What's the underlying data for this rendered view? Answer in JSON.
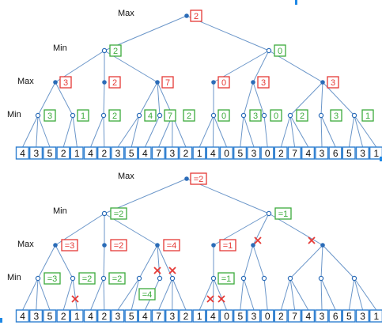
{
  "colors": {
    "edge": "#6b96c9",
    "max_value": "#e53935",
    "min_value": "#3cab3c",
    "leaf_border": "#2f7fd0",
    "prune_mark": "#e53935"
  },
  "top_tree": {
    "labels": {
      "root": "Max",
      "level1": "Min",
      "level2": "Max",
      "level3": "Min"
    },
    "root_value": "2",
    "min_values": [
      "2",
      "0"
    ],
    "max_values": [
      "3",
      "2",
      "7",
      "0",
      "3",
      "3"
    ],
    "min3_values": [
      "3",
      "1",
      "2",
      "4",
      "7",
      "2",
      "0",
      "3",
      "0",
      "2",
      "3",
      "1"
    ],
    "leaves": [
      "4",
      "3",
      "5",
      "2",
      "1",
      "4",
      "2",
      "3",
      "5",
      "4",
      "7",
      "3",
      "2",
      "1",
      "4",
      "0",
      "5",
      "3",
      "0",
      "2",
      "7",
      "4",
      "3",
      "6",
      "5",
      "3",
      "1"
    ]
  },
  "bottom_tree": {
    "labels": {
      "root": "Max",
      "level1": "Min",
      "level2": "Max",
      "level3": "Min"
    },
    "root_value": "=2",
    "min_values": [
      "=2",
      "=1"
    ],
    "max_values": [
      "=3",
      "=2",
      "=4",
      "=1"
    ],
    "min3_values": [
      "=3",
      "=2",
      "=2",
      "=4",
      "=1"
    ],
    "leaves": [
      "4",
      "3",
      "5",
      "2",
      "1",
      "4",
      "2",
      "3",
      "5",
      "4",
      "7",
      "3",
      "2",
      "1",
      "4",
      "0",
      "5",
      "3",
      "0",
      "2",
      "7",
      "4",
      "3",
      "6",
      "5",
      "3",
      "1"
    ]
  }
}
